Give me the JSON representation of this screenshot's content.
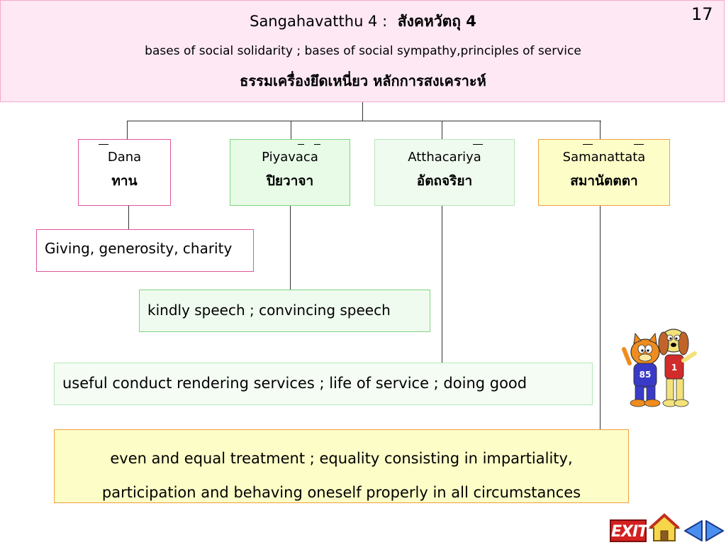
{
  "header": {
    "title_en": "Sangahavatthu 4 :",
    "title_th": "สังคหวัตถุ 4",
    "subtitle_en": "bases of social solidarity  ; bases of social sympathy,principles of service",
    "subtitle_th": "ธรรมเครื่องยึดเหนี่ยว หลักการสงเคราะห์"
  },
  "page_number": "17",
  "colors": {
    "header_bg": "#fde8f4",
    "pink_border": "#e0559b",
    "green_border": "#7fd67f",
    "light_green_border": "#b8e6b8",
    "orange_border": "#f0a040",
    "yellow_bg": "#fdfdc8"
  },
  "items": [
    {
      "name_en": "Dana",
      "name_th": "ทาน",
      "description": "Giving, generosity, charity"
    },
    {
      "name_en": "Piyavaca",
      "name_th": "ปิยวาจา",
      "description": "kindly speech ; convincing speech"
    },
    {
      "name_en": "Atthacariya",
      "name_th": "อัตถจริยา",
      "description": "useful conduct rendering services ; life of service ; doing good"
    },
    {
      "name_en": "Samanattata",
      "name_th": "สมานัตตตา",
      "description_lines": [
        "even and equal treatment ; equality consisting in impartiality,",
        "participation and behaving oneself properly in all circumstances"
      ]
    }
  ],
  "navigation": {
    "exit_label": "EXIT",
    "icons": [
      "exit-icon",
      "home-icon",
      "arrow-left-icon",
      "arrow-right-icon"
    ]
  }
}
